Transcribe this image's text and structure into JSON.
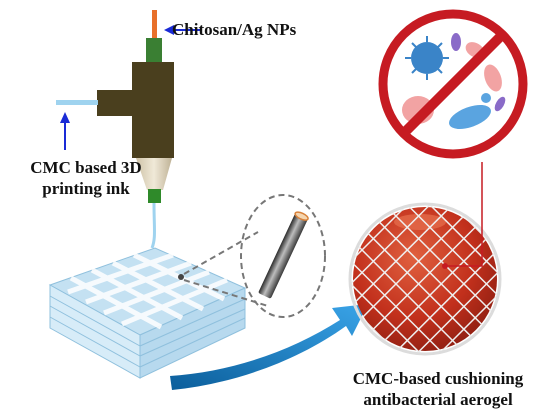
{
  "labels": {
    "chitosan": "Chitosan/Ag NPs",
    "ink_line1": "CMC based 3D",
    "ink_line2": "printing ink",
    "aerogel_line1": "CMC-based cushioning",
    "aerogel_line2": "antibacterial aerogel"
  },
  "colors": {
    "arrow_blue": "#1a2bd6",
    "nozzle_body": "#4a3f1e",
    "nozzle_cone": "#ddd3bd",
    "nozzle_tip": "#2f8a2a",
    "feed_orange": "#e8702a",
    "ink_line": "#9fd3ef",
    "scaffold": "#cfe7f5",
    "scaffold_edge": "#8fc0dd",
    "big_arrow": "#1e7fc4",
    "sphere": "#c9321f",
    "net": "#e8e8e8",
    "prohibit_red": "#c61b22"
  },
  "icons": [
    "no-bacteria-icon",
    "prohibition-sign",
    "lattice-scaffold",
    "fiber-zoom",
    "aerogel-sphere"
  ]
}
